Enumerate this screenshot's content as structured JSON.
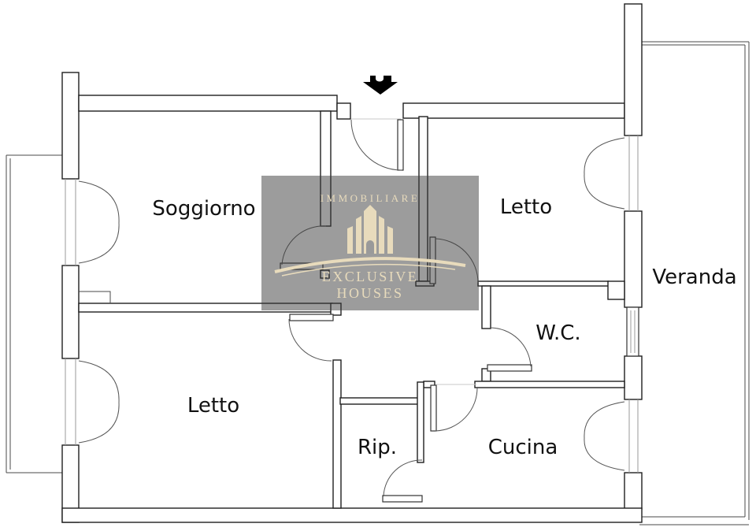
{
  "title": "Apartment floor plan",
  "rooms": [
    {
      "id": "soggiorno",
      "label": "Soggiorno"
    },
    {
      "id": "letto-top",
      "label": "Letto"
    },
    {
      "id": "veranda",
      "label": "Veranda"
    },
    {
      "id": "wc",
      "label": "W.C."
    },
    {
      "id": "letto-bottom",
      "label": "Letto"
    },
    {
      "id": "rip",
      "label": "Rip."
    },
    {
      "id": "cucina",
      "label": "Cucina"
    }
  ],
  "watermark": {
    "brand_top": "IMMOBILIARE",
    "brand_mid": "EXCLUSIVE",
    "brand_bottom": "HOUSES"
  },
  "colors": {
    "background": "#ffffff",
    "wall_stroke": "#1f1f1f",
    "arc_stroke": "#555555",
    "watermark_panel": "rgba(58,58,58,0.5)",
    "watermark_text": "#e8dbbc",
    "entrance_arrow": "#000000",
    "label_text": "#111111"
  }
}
